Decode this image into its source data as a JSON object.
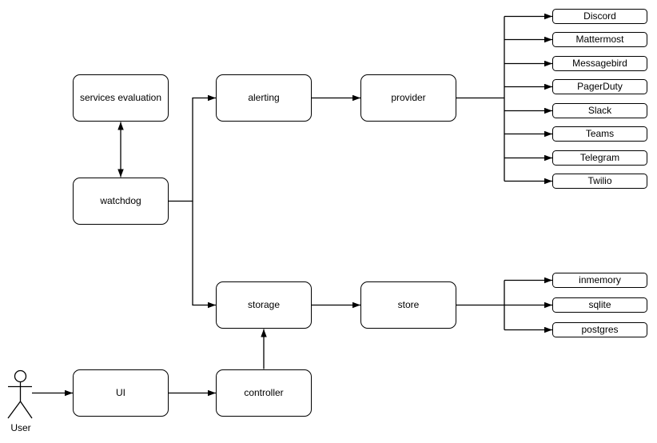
{
  "page": {
    "background": "#ffffff"
  },
  "diagram": {
    "stroke_color": "#000000",
    "fill_color": "#ffffff",
    "text_color": "#000000",
    "nodes": {
      "services_evaluation": "services evaluation",
      "watchdog": "watchdog",
      "alerting": "alerting",
      "provider": "provider",
      "storage": "storage",
      "store": "store",
      "ui": "UI",
      "controller": "controller"
    },
    "providers": [
      "Discord",
      "Mattermost",
      "Messagebird",
      "PagerDuty",
      "Slack",
      "Teams",
      "Telegram",
      "Twilio"
    ],
    "stores": [
      "inmemory",
      "sqlite",
      "postgres"
    ],
    "actor_label": "User",
    "edges": [
      {
        "from": "services evaluation",
        "to": "watchdog",
        "style": "bidirectional"
      },
      {
        "from": "watchdog",
        "to": "alerting"
      },
      {
        "from": "watchdog",
        "to": "storage"
      },
      {
        "from": "alerting",
        "to": "provider"
      },
      {
        "from": "provider",
        "to": "Discord"
      },
      {
        "from": "provider",
        "to": "Mattermost"
      },
      {
        "from": "provider",
        "to": "Messagebird"
      },
      {
        "from": "provider",
        "to": "PagerDuty"
      },
      {
        "from": "provider",
        "to": "Slack"
      },
      {
        "from": "provider",
        "to": "Teams"
      },
      {
        "from": "provider",
        "to": "Telegram"
      },
      {
        "from": "provider",
        "to": "Twilio"
      },
      {
        "from": "storage",
        "to": "store"
      },
      {
        "from": "store",
        "to": "inmemory"
      },
      {
        "from": "store",
        "to": "sqlite"
      },
      {
        "from": "store",
        "to": "postgres"
      },
      {
        "from": "User",
        "to": "UI"
      },
      {
        "from": "UI",
        "to": "controller"
      },
      {
        "from": "controller",
        "to": "storage"
      }
    ]
  }
}
